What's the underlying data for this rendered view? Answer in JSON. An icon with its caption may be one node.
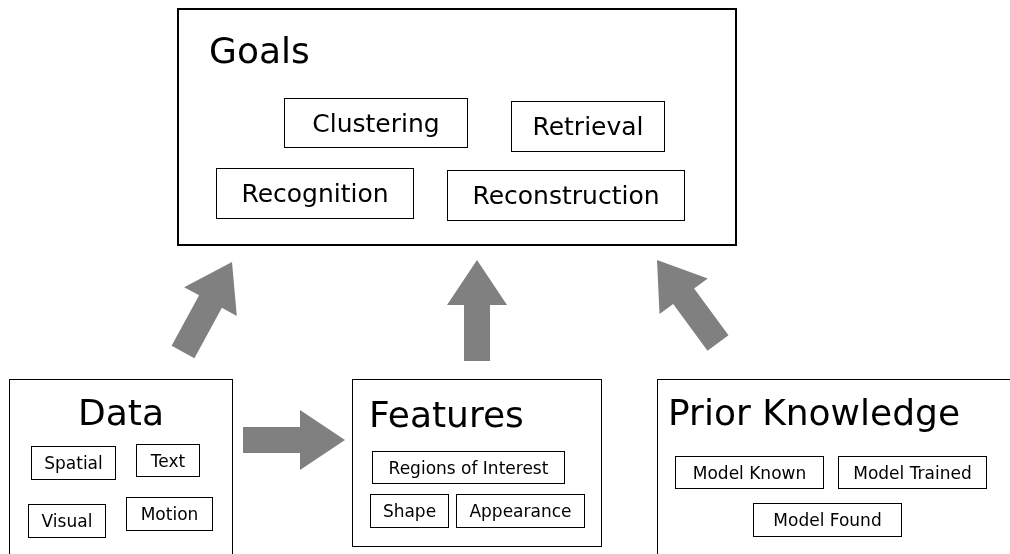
{
  "diagram": {
    "nodes": [
      {
        "text": [
          "Goals"
        ]
      },
      {
        "text": [
          "Clustering"
        ],
        "in": 0
      },
      {
        "text": [
          "Retrieval"
        ],
        "in": 0
      },
      {
        "text": [
          "Recognition"
        ],
        "in": 0
      },
      {
        "text": [
          "Reconstruction"
        ],
        "in": 0
      },
      {
        "text": [
          "Data"
        ]
      },
      {
        "text": [
          "Spatial"
        ],
        "in": 5
      },
      {
        "text": [
          "Text"
        ],
        "in": 5
      },
      {
        "text": [
          "Visual"
        ],
        "in": 5
      },
      {
        "text": [
          "Motion"
        ],
        "in": 5
      },
      {
        "text": [
          "Features"
        ]
      },
      {
        "text": [
          "Regions of Interest"
        ],
        "in": 10
      },
      {
        "text": [
          "Shape"
        ],
        "in": 10
      },
      {
        "text": [
          "Appearance"
        ],
        "in": 10
      },
      {
        "text": [
          "Prior Knowledge"
        ]
      },
      {
        "text": [
          "Model Known"
        ],
        "in": 14
      },
      {
        "text": [
          "Model Trained"
        ],
        "in": 14
      },
      {
        "text": [
          "Model Found"
        ],
        "in": 14
      }
    ],
    "edges": [
      {
        "from": 5,
        "to": 0,
        "arrow": "to"
      },
      {
        "from": 10,
        "to": 0,
        "arrow": "to"
      },
      {
        "from": 14,
        "to": 0,
        "arrow": "to"
      },
      {
        "from": 5,
        "to": 10,
        "arrow": "to"
      }
    ]
  }
}
